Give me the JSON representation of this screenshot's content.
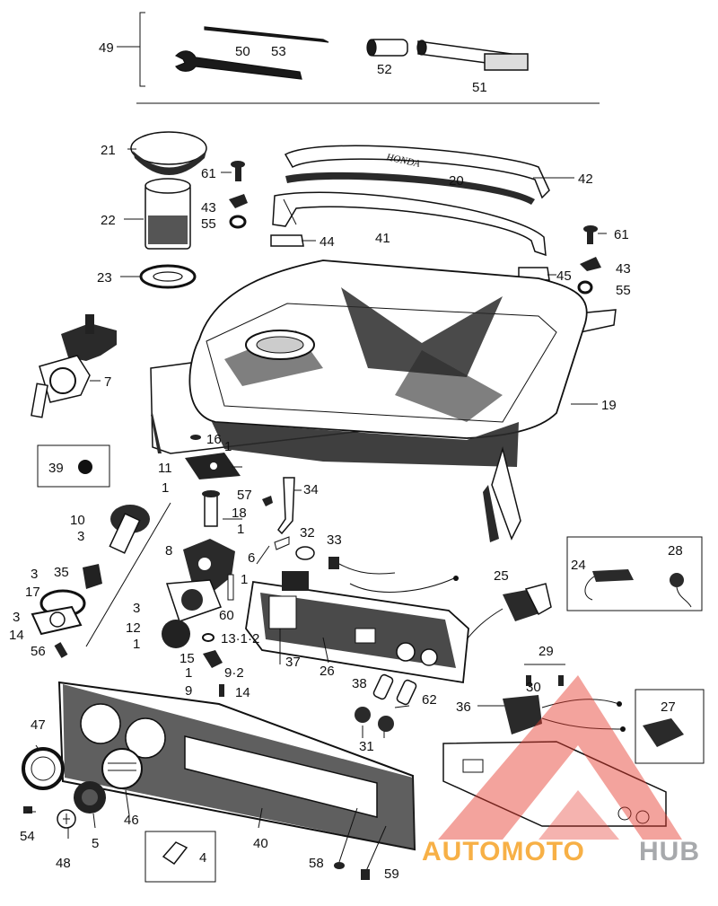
{
  "diagram": {
    "brand_on_cover": "HONDA",
    "part_numbers": [
      "1",
      "3",
      "4",
      "5",
      "6",
      "7",
      "8",
      "9",
      "10",
      "11",
      "12",
      "13",
      "14",
      "15",
      "16",
      "17",
      "18",
      "19",
      "20",
      "21",
      "22",
      "23",
      "24",
      "25",
      "26",
      "27",
      "28",
      "29",
      "30",
      "31",
      "32",
      "33",
      "34",
      "35",
      "36",
      "37",
      "38",
      "39",
      "40",
      "41",
      "42",
      "43",
      "44",
      "45",
      "46",
      "47",
      "48",
      "49",
      "50",
      "51",
      "52",
      "53",
      "54",
      "55",
      "56",
      "57",
      "58",
      "59",
      "60",
      "61",
      "62"
    ],
    "labels": [
      {
        "id": "l49",
        "text": "49"
      },
      {
        "id": "l50",
        "text": "50"
      },
      {
        "id": "l53",
        "text": "53"
      },
      {
        "id": "l52",
        "text": "52"
      },
      {
        "id": "l51",
        "text": "51"
      },
      {
        "id": "l21",
        "text": "21"
      },
      {
        "id": "l22",
        "text": "22"
      },
      {
        "id": "l23",
        "text": "23"
      },
      {
        "id": "l61a",
        "text": "61"
      },
      {
        "id": "l43a",
        "text": "43"
      },
      {
        "id": "l55a",
        "text": "55"
      },
      {
        "id": "l20",
        "text": "20"
      },
      {
        "id": "l42",
        "text": "42"
      },
      {
        "id": "l44",
        "text": "44"
      },
      {
        "id": "l41",
        "text": "41"
      },
      {
        "id": "l61b",
        "text": "61"
      },
      {
        "id": "l43b",
        "text": "43"
      },
      {
        "id": "l45",
        "text": "45"
      },
      {
        "id": "l55b",
        "text": "55"
      },
      {
        "id": "l7",
        "text": "7"
      },
      {
        "id": "l19",
        "text": "19"
      },
      {
        "id": "l39",
        "text": "39"
      },
      {
        "id": "l16",
        "text": "16"
      },
      {
        "id": "l1a",
        "text": "1"
      },
      {
        "id": "l11",
        "text": "11"
      },
      {
        "id": "l1b",
        "text": "1"
      },
      {
        "id": "l57",
        "text": "57"
      },
      {
        "id": "l34",
        "text": "34"
      },
      {
        "id": "l10",
        "text": "10"
      },
      {
        "id": "l3a",
        "text": "3"
      },
      {
        "id": "l18",
        "text": "18"
      },
      {
        "id": "l1c",
        "text": "1"
      },
      {
        "id": "l32",
        "text": "32"
      },
      {
        "id": "l33",
        "text": "33"
      },
      {
        "id": "l6",
        "text": "6"
      },
      {
        "id": "l8",
        "text": "8"
      },
      {
        "id": "l24",
        "text": "24"
      },
      {
        "id": "l28",
        "text": "28"
      },
      {
        "id": "l3b",
        "text": "3"
      },
      {
        "id": "l35",
        "text": "35"
      },
      {
        "id": "l1d",
        "text": "1"
      },
      {
        "id": "l25",
        "text": "25"
      },
      {
        "id": "l17",
        "text": "17"
      },
      {
        "id": "l3c",
        "text": "3"
      },
      {
        "id": "l60",
        "text": "60"
      },
      {
        "id": "l3d",
        "text": "3"
      },
      {
        "id": "l14a",
        "text": "14"
      },
      {
        "id": "l12",
        "text": "12"
      },
      {
        "id": "l1e",
        "text": "1"
      },
      {
        "id": "l56",
        "text": "56"
      },
      {
        "id": "l15",
        "text": "15"
      },
      {
        "id": "l13",
        "text": "13·1·2"
      },
      {
        "id": "l37",
        "text": "37"
      },
      {
        "id": "l26",
        "text": "26"
      },
      {
        "id": "l29",
        "text": "29"
      },
      {
        "id": "l1f",
        "text": "1"
      },
      {
        "id": "l9a",
        "text": "9·2"
      },
      {
        "id": "l9b",
        "text": "9"
      },
      {
        "id": "l14b",
        "text": "14"
      },
      {
        "id": "l38",
        "text": "38"
      },
      {
        "id": "l62",
        "text": "62"
      },
      {
        "id": "l30",
        "text": "30"
      },
      {
        "id": "l36",
        "text": "36"
      },
      {
        "id": "l27",
        "text": "27"
      },
      {
        "id": "l47",
        "text": "47"
      },
      {
        "id": "l31",
        "text": "31"
      },
      {
        "id": "l54",
        "text": "54"
      },
      {
        "id": "l5",
        "text": "5"
      },
      {
        "id": "l46",
        "text": "46"
      },
      {
        "id": "l40",
        "text": "40"
      },
      {
        "id": "l48",
        "text": "48"
      },
      {
        "id": "l4",
        "text": "4"
      },
      {
        "id": "l58",
        "text": "58"
      },
      {
        "id": "l59",
        "text": "59"
      }
    ]
  },
  "watermark": {
    "part1": "AUTOMOTO",
    "part2": "HUB",
    "color_orange": "#f7b046",
    "color_gray": "#a7a9ac",
    "color_red": "#e63a2e"
  }
}
